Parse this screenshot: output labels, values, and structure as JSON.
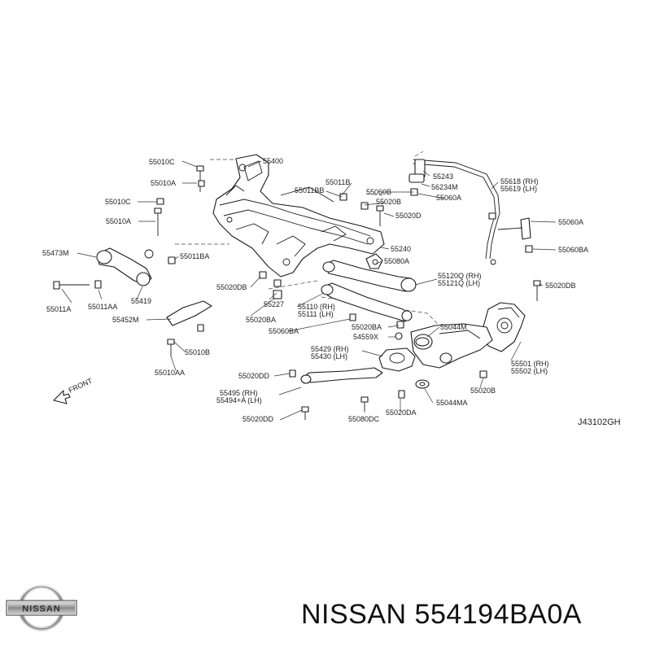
{
  "diagram": {
    "labels": {
      "p55010C_a": "55010C",
      "p55400": "55400",
      "p55010A_a": "55010A",
      "p55011B": "55011B",
      "p55243": "55243",
      "p55618": "55618 (RH)",
      "p55619": "55619 (LH)",
      "p55011BB": "55011BB",
      "p55060B_top": "55060B",
      "p56234M": "56234M",
      "p55020B_top": "55020B",
      "p55060A_a": "55060A",
      "p55010C_b": "55010C",
      "p55020D": "55020D",
      "p55010A_b": "55010A",
      "p55060A_b": "55060A",
      "p55240": "55240",
      "p55473M": "55473M",
      "p55011BA": "55011BA",
      "p55060BA": "55060BA",
      "p55080A": "55080A",
      "p55120Q": "55120Q (RH)",
      "p55121Q": "55121Q (LH)",
      "p55020DB_a": "55020DB",
      "p55020DB_b": "55020DB",
      "p55011A": "55011A",
      "p55011AA": "55011AA",
      "p55419": "55419",
      "p55227": "55227",
      "p55110": "55110 (RH)",
      "p55111": "55111 (LH)",
      "p55452M": "55452M",
      "p55020BA": "55020BA",
      "p55060BA_b": "55060BA",
      "p55020BA_b": "55020BA",
      "p55044M": "55044M",
      "p54559X": "54559X",
      "p55010B": "55010B",
      "p55429": "55429 (RH)",
      "p55430": "55430 (LH)",
      "p55501": "55501 (RH)",
      "p55502": "55502 (LH)",
      "p55010AA": "55010AA",
      "p55020DD_a": "55020DD",
      "p55020B_bot": "55020B",
      "p55495": "55495 (RH)",
      "p55494A": "55494+A (LH)",
      "p55044MA": "55044MA",
      "p55080DC": "55080DC",
      "p55020DA": "55020DA",
      "p55020DD_b": "55020DD",
      "front": "FRONT"
    },
    "diagram_code": "J43102GH"
  },
  "brand": {
    "logo_text": "NISSAN",
    "caption": "NISSAN 554194BA0A"
  }
}
